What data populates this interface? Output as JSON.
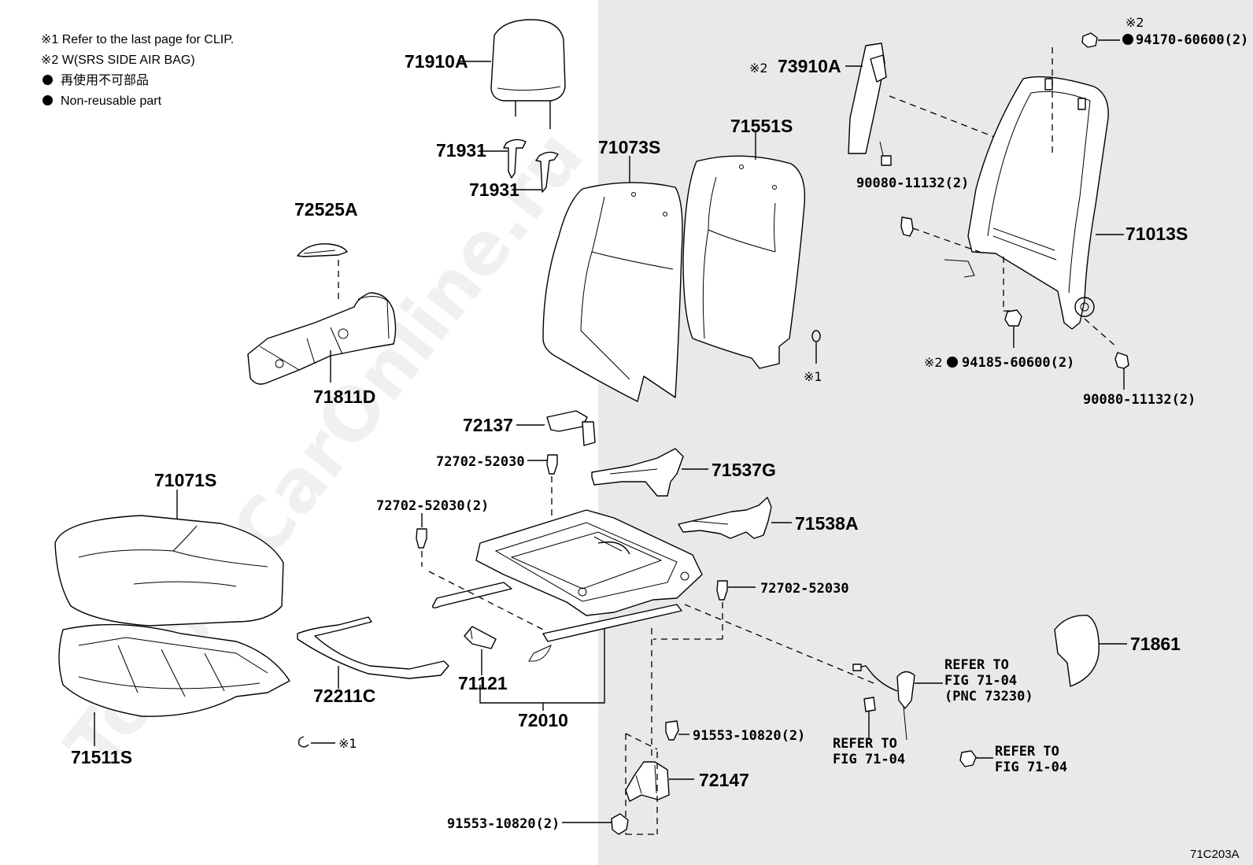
{
  "notes": {
    "n1": "※1 Refer to the last page for CLIP.",
    "n2": "※2 W(SRS SIDE AIR BAG)",
    "jp": "再使用不可部品",
    "en": "Non-reusable part"
  },
  "marks": {
    "ref1": "※1",
    "ref2": "※2",
    "bullet": "●"
  },
  "labels": {
    "p71910A": "71910A",
    "p71931a": "71931",
    "p71931b": "71931",
    "p72525A": "72525A",
    "p71811D": "71811D",
    "p71073S": "71073S",
    "p71551S": "71551S",
    "p73910A": "73910A",
    "p94170": "94170-60600(2)",
    "p90080a": "90080-11132(2)",
    "p71013S": "71013S",
    "p94185": "94185-60600(2)",
    "p90080b": "90080-11132(2)",
    "p72137": "72137",
    "p72702a": "72702-52030",
    "p71537G": "71537G",
    "p72702b": "72702-52030(2)",
    "p71538A": "71538A",
    "p72702c": "72702-52030",
    "p71071S": "71071S",
    "p71511S": "71511S",
    "p72211C": "72211C",
    "p71121": "71121",
    "p72010": "72010",
    "p91553a": "91553-10820(2)",
    "p72147": "72147",
    "p91553b": "91553-10820(2)",
    "p71861": "71861"
  },
  "refer_a": {
    "line1": "REFER TO",
    "line2": "FIG 71-04",
    "line3": "(PNC 73230)"
  },
  "refer_b": {
    "line1": "REFER TO",
    "line2": "FIG 71-04"
  },
  "refer_c": {
    "line1": "REFER TO",
    "line2": "FIG 71-04"
  },
  "watermark": "ToyotaCarOnline.ru",
  "code": "71C203A",
  "colors": {
    "shade": "#e9e9e9",
    "ink": "#000000"
  }
}
